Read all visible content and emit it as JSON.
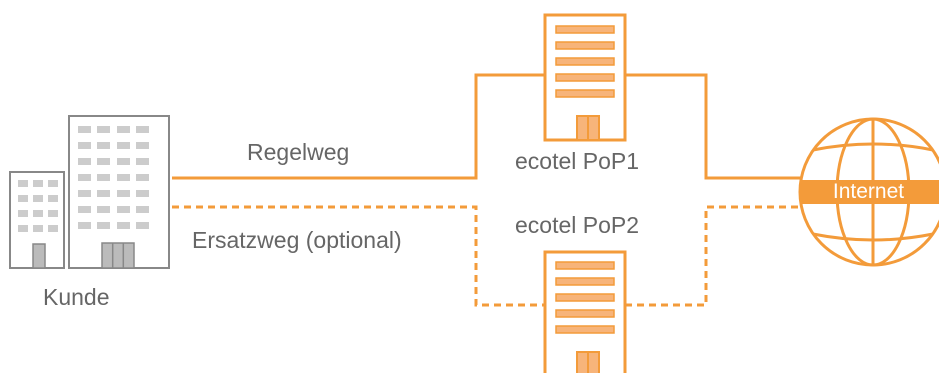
{
  "labels": {
    "customer": "Kunde",
    "primary_path": "Regelweg",
    "backup_path": "Ersatzweg (optional)",
    "pop1": "ecotel PoP1",
    "pop2": "ecotel PoP2",
    "internet": "Internet"
  },
  "colors": {
    "accent": "#F39B3A",
    "accent_light": "#F7B47A",
    "building_gray": "#CCCCCC",
    "building_outline": "#888888",
    "text": "#666666",
    "background": "#FFFFFF"
  },
  "icons": [
    "customer-building-icon",
    "server-tower-icon",
    "globe-icon"
  ]
}
